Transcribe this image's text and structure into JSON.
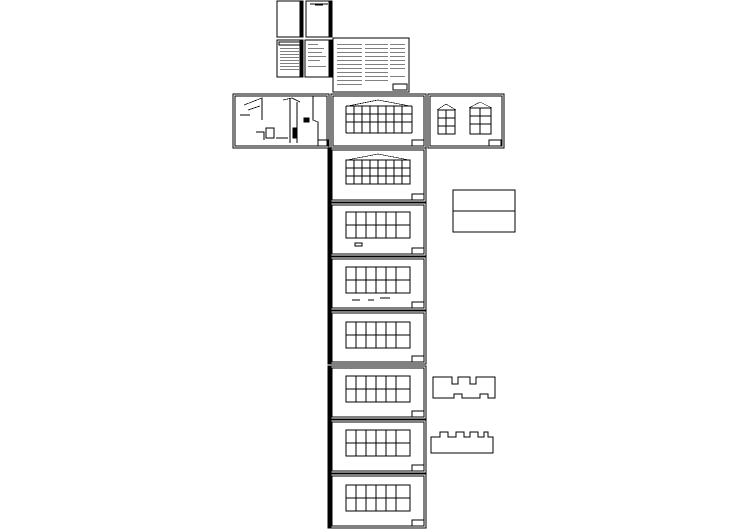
{
  "document": {
    "type": "cad-drawing-set-overview",
    "colors": {
      "background": "#ffffff",
      "line": "#000000"
    },
    "sheets": [
      {
        "id": "cover",
        "kind": "cover-page"
      },
      {
        "id": "design-notes-a",
        "kind": "text-notes"
      },
      {
        "id": "design-notes-b",
        "kind": "text-notes"
      },
      {
        "id": "details",
        "kind": "detail-sections"
      },
      {
        "id": "front-elevation",
        "kind": "elevation"
      },
      {
        "id": "side-elevations",
        "kind": "elevation"
      },
      {
        "id": "rear-elevation",
        "kind": "elevation"
      },
      {
        "id": "plan-1",
        "kind": "floor-plan"
      },
      {
        "id": "plan-2",
        "kind": "floor-plan"
      },
      {
        "id": "plan-3",
        "kind": "floor-plan"
      },
      {
        "id": "plan-4",
        "kind": "floor-plan"
      },
      {
        "id": "plan-5",
        "kind": "floor-plan"
      },
      {
        "id": "plan-6",
        "kind": "floor-plan"
      }
    ],
    "loose_items": [
      {
        "id": "table-block",
        "kind": "table-outline"
      },
      {
        "id": "outline-1",
        "kind": "plan-outline"
      },
      {
        "id": "outline-2",
        "kind": "plan-outline"
      }
    ]
  }
}
